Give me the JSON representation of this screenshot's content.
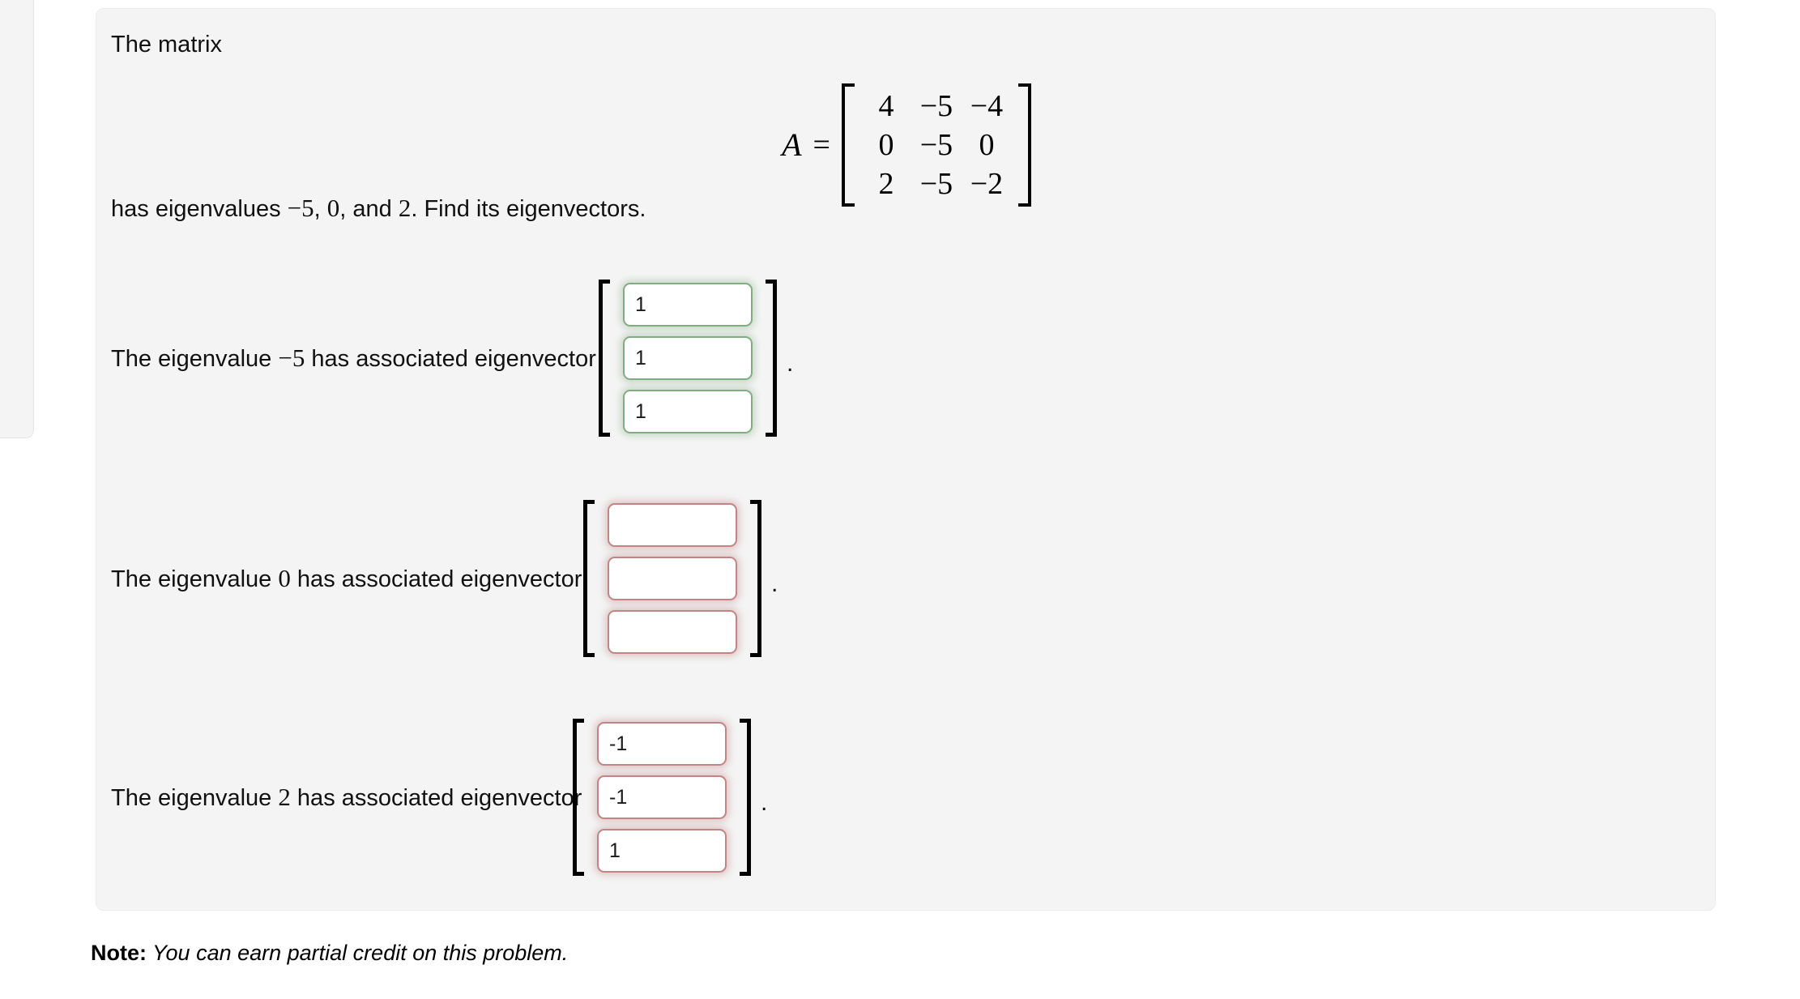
{
  "left_panel": {
    "name": "adjacent-panel-partial"
  },
  "problem": {
    "intro_text": "The matrix",
    "matrix": {
      "label": "A",
      "equals": "=",
      "rows": [
        [
          "4",
          "−5",
          "−4"
        ],
        [
          "0",
          "−5",
          "0"
        ],
        [
          "2",
          "−5",
          "−2"
        ]
      ]
    },
    "eigenvalues_sentence": {
      "prefix": "has eigenvalues ",
      "values": [
        "−5",
        "0",
        "2"
      ],
      "separator_1": ", ",
      "separator_2": ", and ",
      "suffix": ". Find its eigenvectors."
    },
    "eigenvector_rows": [
      {
        "label_prefix": "The eigenvalue ",
        "eigenvalue": "−5",
        "label_suffix": " has associated eigenvector",
        "status": "correct",
        "status_color": "#82ad82",
        "inputs": [
          "1",
          "1",
          "1"
        ],
        "trailing": "."
      },
      {
        "label_prefix": "The eigenvalue ",
        "eigenvalue": "0",
        "label_suffix": " has associated eigenvector",
        "status": "incorrect",
        "status_color": "#c28585",
        "inputs": [
          "",
          "",
          ""
        ],
        "trailing": "."
      },
      {
        "label_prefix": "The eigenvalue ",
        "eigenvalue": "2",
        "label_suffix": " has associated eigenvector",
        "status": "incorrect",
        "status_color": "#c28585",
        "inputs": [
          "-1",
          "-1",
          "1"
        ],
        "trailing": "."
      }
    ]
  },
  "note": {
    "bold_prefix": "Note:",
    "italic_text": " You can earn partial credit on this problem."
  },
  "colors": {
    "card_background": "#f4f4f4",
    "page_background": "#ffffff",
    "correct_border": "#82ad82",
    "incorrect_border": "#c28585",
    "text": "#111111"
  }
}
